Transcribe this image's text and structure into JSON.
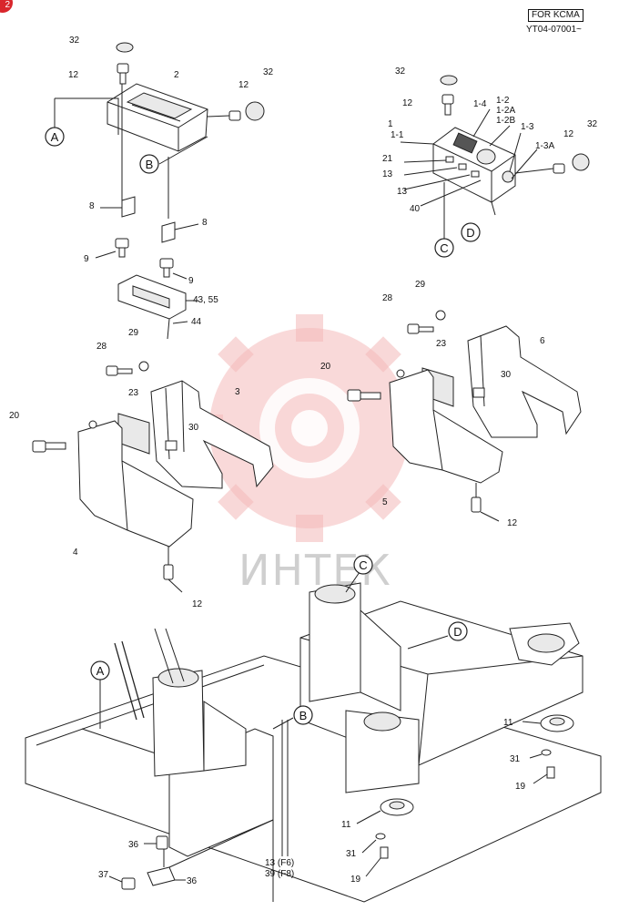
{
  "header": {
    "model_box": "FOR KCMA",
    "serial_range": "YT04-07001~"
  },
  "badge": "2",
  "watermark_text": "ИНТЕК",
  "callouts": {
    "A": "A",
    "B": "B",
    "C": "C",
    "D": "D"
  },
  "labels": {
    "l32a": "32",
    "l12a": "12",
    "l2": "2",
    "l12b": "12",
    "l32b": "32",
    "l8a": "8",
    "l8b": "8",
    "l9a": "9",
    "l9b": "9",
    "l43": "43, 55",
    "l44": "44",
    "l29a": "29",
    "l28a": "28",
    "l23a": "23",
    "l3": "3",
    "l20a": "20",
    "l30a": "30",
    "l4": "4",
    "l12c": "12",
    "l32c": "32",
    "l12d": "12",
    "l1": "1",
    "l1_1": "1-1",
    "l1_4": "1-4",
    "l1_2": "1-2",
    "l1_2A": "1-2A",
    "l1_2B": "1-2B",
    "l1_3": "1-3",
    "l1_3A": "1-3A",
    "l12e": "12",
    "l32d": "32",
    "l21": "21",
    "l13a": "13",
    "l13b": "13",
    "l40": "40",
    "l29b": "29",
    "l28b": "28",
    "l23b": "23",
    "l6": "6",
    "l20b": "20",
    "l30b": "30",
    "l5": "5",
    "l12f": "12",
    "l11a": "11",
    "l31a": "31",
    "l19a": "19",
    "l11b": "11",
    "l31b": "31",
    "l19b": "19",
    "l13f6": "13 (F6)",
    "l39f8": "39 (F8)",
    "l36a": "36",
    "l37": "37",
    "l36b": "36"
  }
}
